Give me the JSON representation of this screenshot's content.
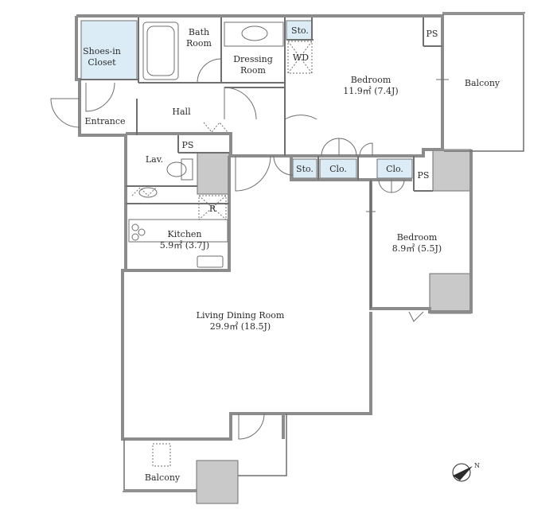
{
  "colors": {
    "wall": "#8c8c8c",
    "line": "#6f6f6f",
    "storage_fill": "#dcecf6",
    "column_fill": "#c9c9c9",
    "text": "#2b2b2b"
  },
  "rooms": {
    "shoes_closet": "Shoes-in\nCloset",
    "bath": "Bath\nRoom",
    "sto_top": "Sto.",
    "ps_top": "PS",
    "dressing": "Dressing\nRoom",
    "wd": "WD",
    "bedroom1_name": "Bedroom",
    "bedroom1_area": "11.9㎡ (7.4J)",
    "balcony_right": "Balcony",
    "entrance": "Entrance",
    "hall": "Hall",
    "ps_lav": "PS",
    "lav": "Lav.",
    "sto_mid": "Sto.",
    "clo_1": "Clo.",
    "clo_2": "Clo.",
    "ps_mid": "PS",
    "refrigerator": "R",
    "kitchen_name": "Kitchen",
    "kitchen_area": "5.9㎡ (3.7J)",
    "bedroom2_name": "Bedroom",
    "bedroom2_area": "8.9㎡ (5.5J)",
    "ldk_name": "Living Dining Room",
    "ldk_area": "29.9㎡ (18.5J)",
    "balcony_bottom": "Balcony"
  },
  "compass_label": "N"
}
